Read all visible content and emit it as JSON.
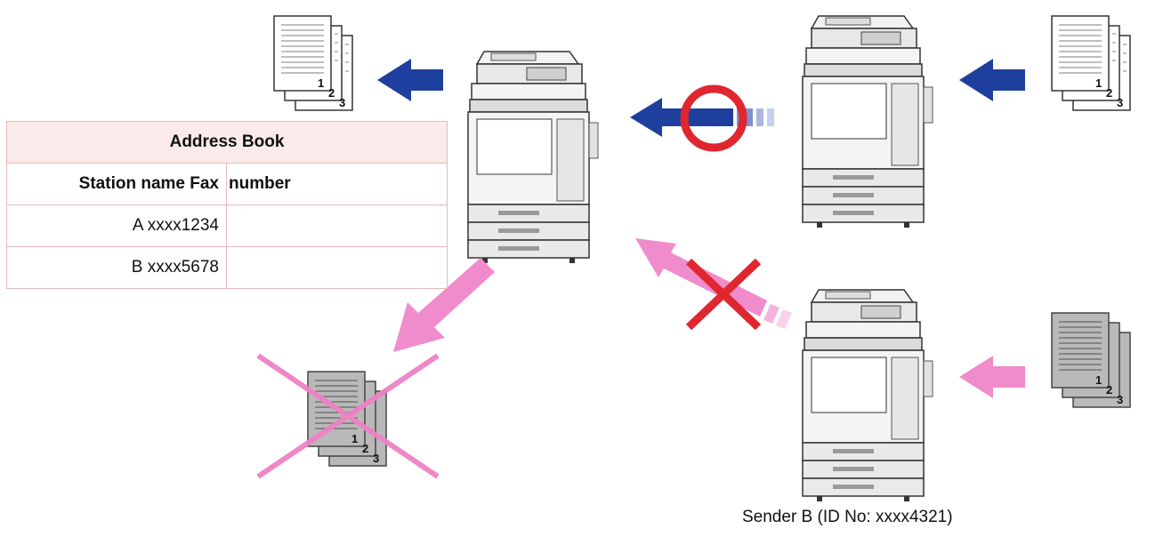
{
  "address_book": {
    "title": "Address Book",
    "header": {
      "station_name": "Station name Fax",
      "fax_number": "number"
    },
    "rows": [
      {
        "station": "A xxxx1234",
        "fax": ""
      },
      {
        "station": "B xxxx5678",
        "fax": ""
      }
    ]
  },
  "caption": "Sender B (ID No: xxxx4321)",
  "page_numbers": [
    "1",
    "2",
    "3"
  ],
  "colors": {
    "accept_arrow": "#1f3f9e",
    "reject_arrow": "#f08ccb",
    "accept_mark": "#e0262f",
    "reject_mark": "#e0262f",
    "discard_cross": "#ee82c4",
    "table_border": "#e6b9bd",
    "table_header_bg": "#fbeaea"
  },
  "icons": [
    "document-stack-icon",
    "fax-machine-icon",
    "accept-circle-icon",
    "reject-cross-icon",
    "discard-cross-icon"
  ]
}
